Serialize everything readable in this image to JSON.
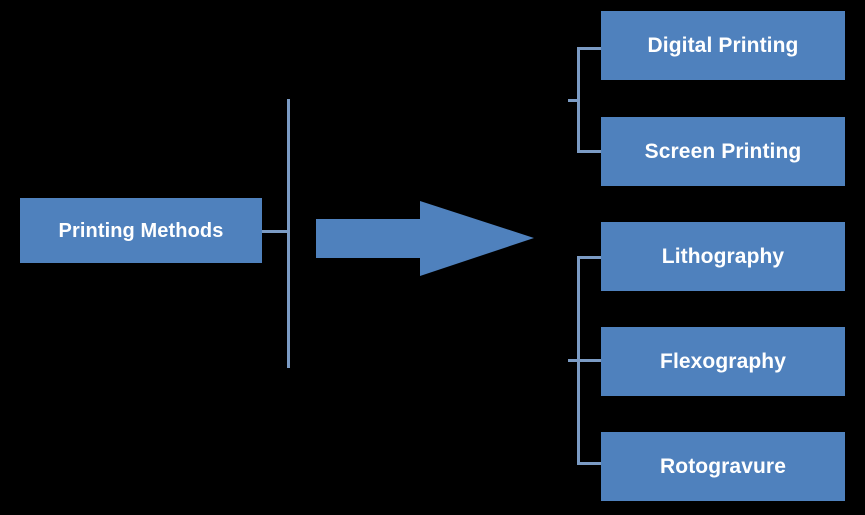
{
  "diagram": {
    "title": "Printing Methods",
    "type": "flow-classification",
    "colors": {
      "background": "#000000",
      "node_fill": "#4F81BD",
      "node_text": "#FFFFFF",
      "connector": "#7B9BC4",
      "arrow_fill": "#4F81BD"
    },
    "root": {
      "label": "Printing Methods"
    },
    "arrow": {
      "name": "right-arrow",
      "direction": "right"
    },
    "groups": [
      {
        "name": "top-group",
        "items": [
          {
            "label": "Digital Printing"
          },
          {
            "label": "Screen Printing"
          }
        ]
      },
      {
        "name": "bottom-group",
        "items": [
          {
            "label": "Lithography"
          },
          {
            "label": "Flexography"
          },
          {
            "label": "Rotogravure"
          }
        ]
      }
    ]
  }
}
